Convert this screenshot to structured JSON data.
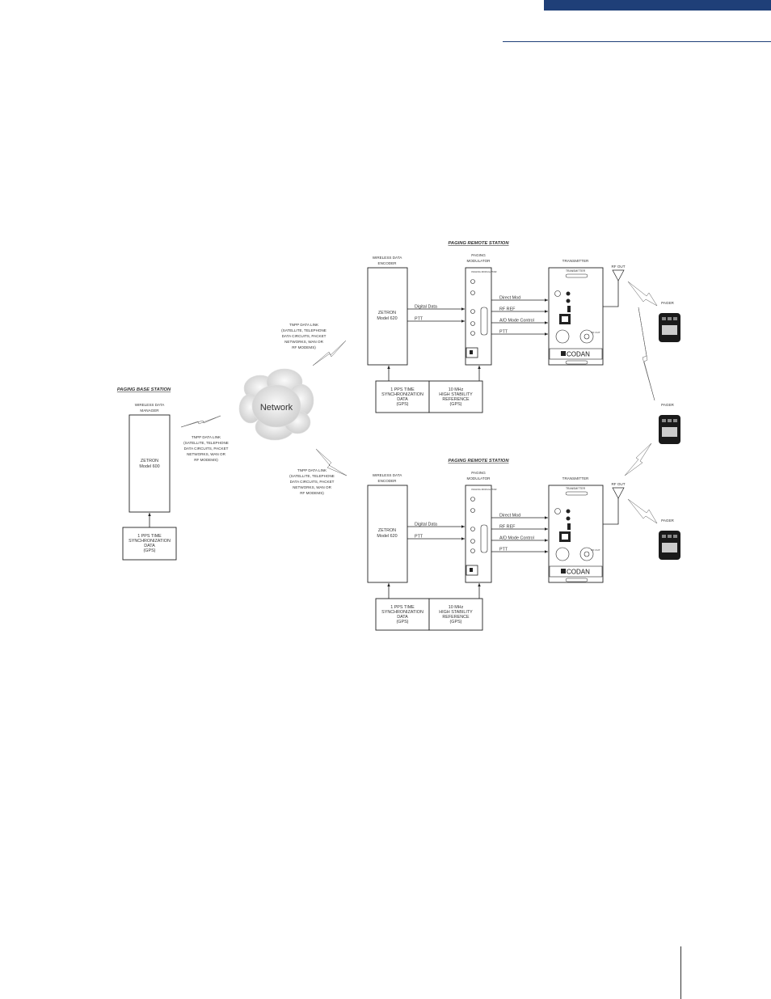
{
  "colors": {
    "accent": "#1f3f78"
  },
  "base_station": {
    "title": "PAGING BASE STATION",
    "manager_label": [
      "WIRELESS DATA",
      "MANAGER"
    ],
    "device": [
      "ZETRON",
      "Model 600"
    ],
    "sync": [
      "1 PPS TIME",
      "SYNCHRONIZATION",
      "DATA",
      "(GPS)"
    ]
  },
  "network": {
    "label": "Network"
  },
  "links": {
    "base": [
      "TNPP DATA LINK",
      "(SATELLITE, TELEPHONE",
      "DATA CIRCUITS, PACKET",
      "NETWORKS, WAN OR",
      "RF MODEMS)"
    ],
    "upper": [
      "TNPP DATA LINK",
      "(SATELLITE, TELEPHONE",
      "DATA CIRCUITS, PACKET",
      "NETWORKS, WAN OR",
      "RF MODEMS)"
    ],
    "lower": [
      "TNPP DATA LINK",
      "(SATELLITE, TELEPHONE",
      "DATA CIRCUITS, PACKET",
      "NETWORKS, WAN OR",
      "RF MODEMS)"
    ]
  },
  "remote_stations": [
    {
      "title": "PAGING REMOTE STATION",
      "encoder_label": [
        "WIRELESS DATA",
        "ENCODER"
      ],
      "encoder": [
        "ZETRON",
        "Model 620"
      ],
      "modulator_label": [
        "PAGING",
        "MODULATOR"
      ],
      "modulator_panel": "PAGING MODULATOR",
      "transmitter_label": "TRANSMITTER",
      "transmitter_panel": "TRANSMITTER",
      "brand": "CODAN",
      "rf_out": "RF OUT",
      "rf_out_port": "RF OUT",
      "inputs": [
        "Digital Data",
        "PTT"
      ],
      "outputs": [
        "Direct Mod",
        "RF REF",
        "A/D Mode Control",
        "PTT"
      ],
      "sync": [
        "1 PPS TIME",
        "SYNCHRONIZATION",
        "DATA",
        "(GPS)"
      ],
      "reference": [
        "10 MHz",
        "HIGH STABILITY",
        "REFERENCE",
        "(GPS)"
      ]
    },
    {
      "title": "PAGING REMOTE STATION",
      "encoder_label": [
        "WIRELESS DATA",
        "ENCODER"
      ],
      "encoder": [
        "ZETRON",
        "Model 620"
      ],
      "modulator_label": [
        "PAGING",
        "MODULATOR"
      ],
      "modulator_panel": "PAGING MODULATOR",
      "transmitter_label": "TRANSMITTER",
      "transmitter_panel": "TRANSMITTER",
      "brand": "CODAN",
      "rf_out": "RF OUT",
      "rf_out_port": "RF OUT",
      "inputs": [
        "Digital Data",
        "PTT"
      ],
      "outputs": [
        "Direct Mod",
        "RF REF",
        "A/D Mode Control",
        "PTT"
      ],
      "sync": [
        "1 PPS TIME",
        "SYNCHRONIZATION",
        "DATA",
        "(GPS)"
      ],
      "reference": [
        "10 MHz",
        "HIGH STABILITY",
        "REFERENCE",
        "(GPS)"
      ]
    }
  ],
  "pagers": [
    {
      "label": "PAGER"
    },
    {
      "label": "PAGER"
    },
    {
      "label": "PAGER"
    }
  ]
}
